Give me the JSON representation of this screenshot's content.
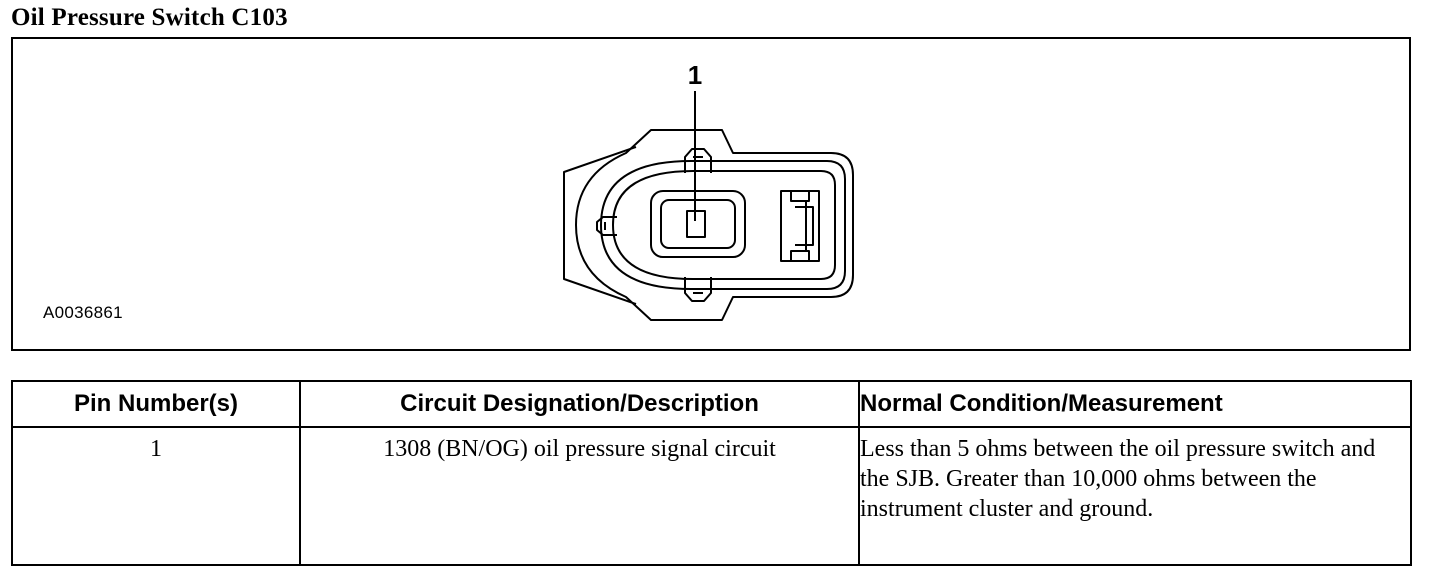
{
  "title": "Oil Pressure Switch C103",
  "diagram": {
    "figure_id": "A0036861",
    "pin_callout": "1"
  },
  "table": {
    "headers": {
      "pin": "Pin Number(s)",
      "circuit": "Circuit Designation/Description",
      "condition": "Normal Condition/Measurement"
    },
    "rows": [
      {
        "pin": "1",
        "circuit": "1308 (BN/OG) oil pressure signal circuit",
        "condition": "Less than 5 ohms between the oil pressure switch and the SJB. Greater than 10,000 ohms between the instrument cluster and ground."
      }
    ]
  }
}
